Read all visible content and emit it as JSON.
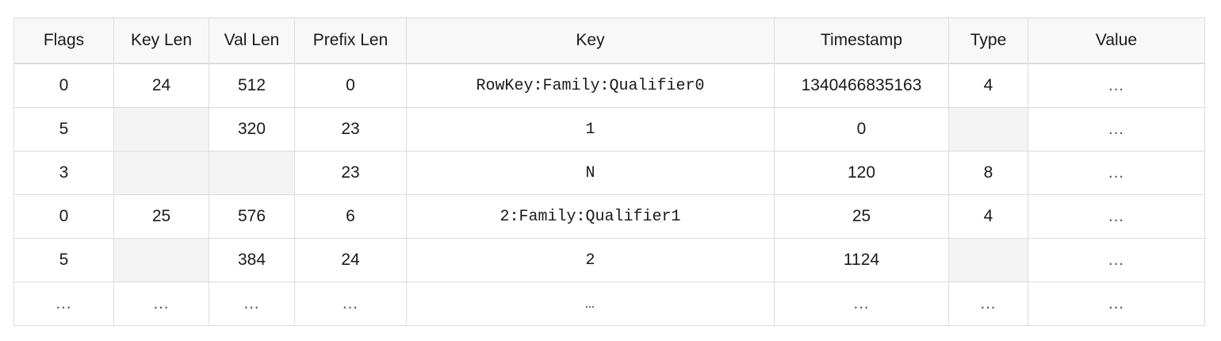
{
  "table": {
    "columns": [
      {
        "key": "flags",
        "label": "Flags"
      },
      {
        "key": "key_len",
        "label": "Key Len"
      },
      {
        "key": "val_len",
        "label": "Val Len"
      },
      {
        "key": "prefix_len",
        "label": "Prefix Len"
      },
      {
        "key": "key",
        "label": "Key"
      },
      {
        "key": "timestamp",
        "label": "Timestamp"
      },
      {
        "key": "type",
        "label": "Type"
      },
      {
        "key": "value",
        "label": "Value"
      }
    ],
    "rows": [
      {
        "flags": "0",
        "key_len": "24",
        "val_len": "512",
        "prefix_len": "0",
        "key": "RowKey:Family:Qualifier0",
        "timestamp": "1340466835163",
        "type": "4",
        "value": "…"
      },
      {
        "flags": "5",
        "key_len": "",
        "val_len": "320",
        "prefix_len": "23",
        "key": "1",
        "timestamp": "0",
        "type": "",
        "value": "…"
      },
      {
        "flags": "3",
        "key_len": "",
        "val_len": "",
        "prefix_len": "23",
        "key": "N",
        "timestamp": "120",
        "type": "8",
        "value": "…"
      },
      {
        "flags": "0",
        "key_len": "25",
        "val_len": "576",
        "prefix_len": "6",
        "key": "2:Family:Qualifier1",
        "timestamp": "25",
        "type": "4",
        "value": "…"
      },
      {
        "flags": "5",
        "key_len": "",
        "val_len": "384",
        "prefix_len": "24",
        "key": "2",
        "timestamp": "1124",
        "type": "",
        "value": "…"
      },
      {
        "flags": "…",
        "key_len": "…",
        "val_len": "…",
        "prefix_len": "…",
        "key": "…",
        "timestamp": "…",
        "type": "…",
        "value": "…"
      }
    ]
  },
  "colors": {
    "border": "#dddddd",
    "header_background": "#f8f8f8",
    "empty_cell_background": "#f4f4f4",
    "text": "#1a1a1a",
    "page_background": "#ffffff"
  }
}
